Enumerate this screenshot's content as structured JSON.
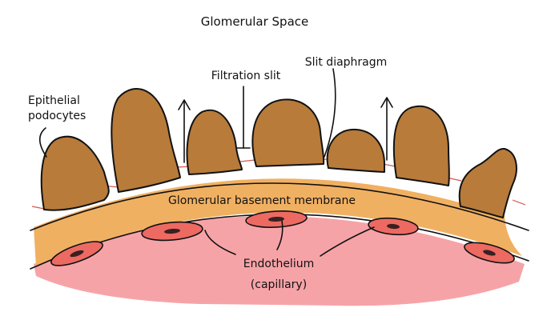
{
  "labels": {
    "space": "Glomerular Space",
    "filtration_slit": "Filtration slit",
    "slit_diaphragm": "Slit diaphragm",
    "podocytes_line1": "Epithelial",
    "podocytes_line2": "podocytes",
    "basement_membrane": "Glomerular basement membrane",
    "endothelium": "Endothelium",
    "capillary": "(capillary)"
  },
  "colors": {
    "podocyte": "#b87b3a",
    "basement_membrane": "#f0b062",
    "capillary": "#f6a3a8",
    "endothelial_cell": "#ec6a62",
    "slit_diaphragm": "#d4574f",
    "outline": "#111111"
  }
}
